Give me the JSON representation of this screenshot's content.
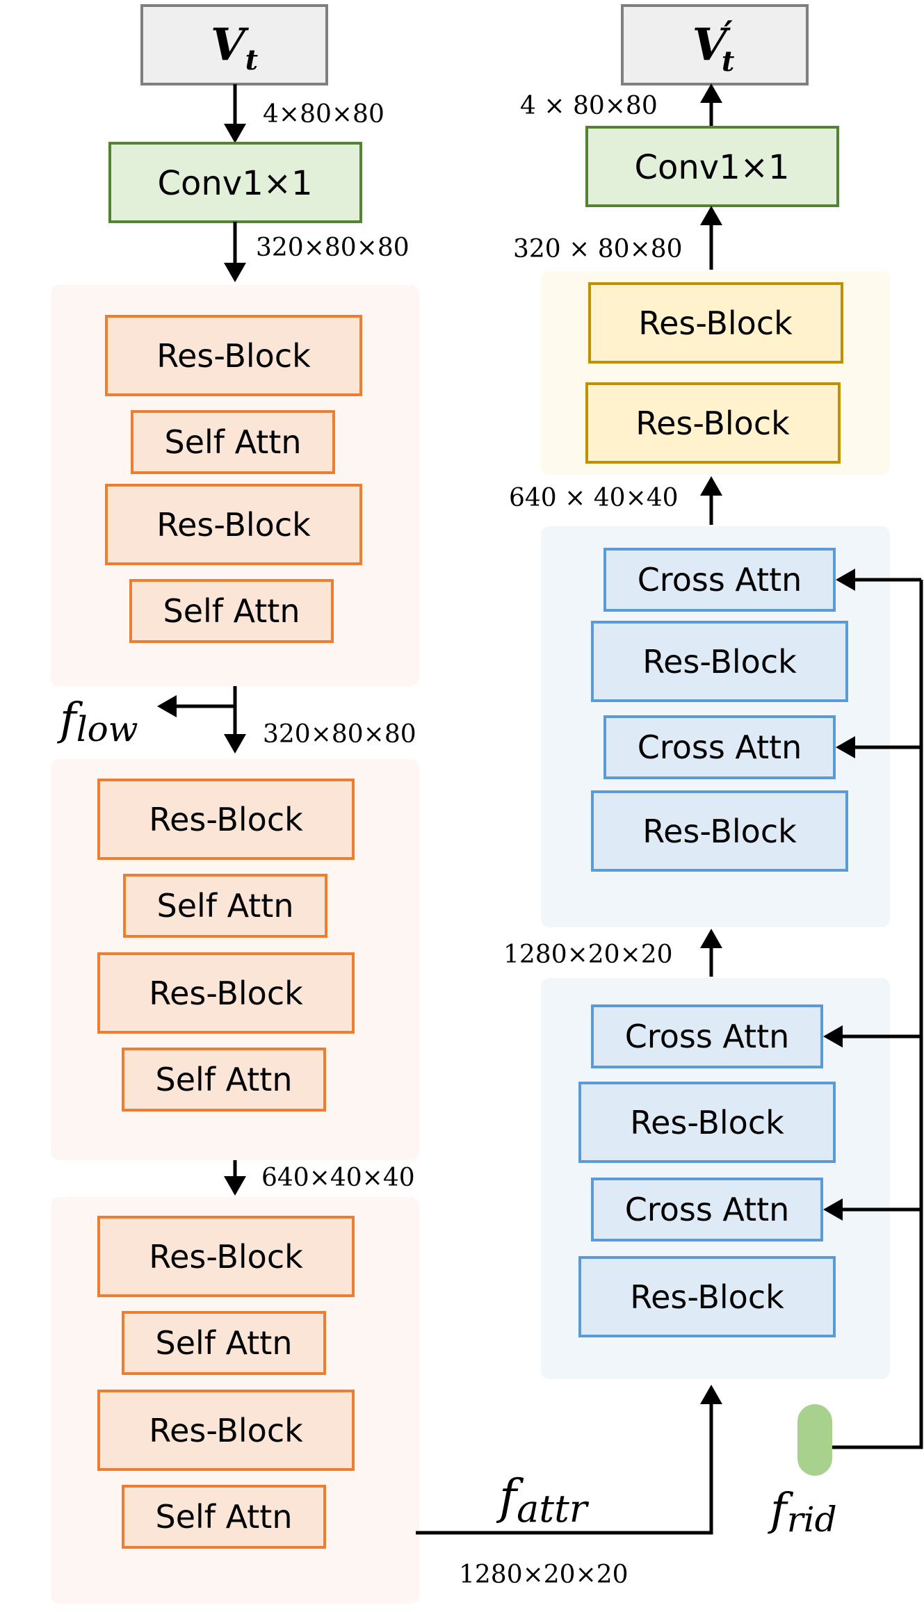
{
  "colors": {
    "arrow": "#000000",
    "gray_fill": "#efefef",
    "gray_stroke": "#7f7f7f",
    "green_fill": "#e2f0d9",
    "green_stroke": "#548235",
    "orange_fill": "#fbe5d6",
    "orange_stroke": "#ed7d31",
    "orange_group_bg": "#fef6f2",
    "yellow_fill": "#fff2cc",
    "yellow_stroke": "#bf9000",
    "yellow_group_bg": "#fffaee",
    "blue_fill": "#deebf7",
    "blue_stroke": "#5b9bd5",
    "blue_group_bg": "#f1f6fb",
    "pill_fill": "#a9d18e"
  },
  "encoder": {
    "input": {
      "var": "V",
      "sub": "t"
    },
    "dim_in": "4×80×80",
    "conv": "Conv1×1",
    "dim_conv": "320×80×80",
    "flow_label": {
      "var": "f",
      "sub": "low"
    },
    "dim_stage2": "320×80×80",
    "dim_stage3": "640×40×40",
    "stage1": [
      "Res-Block",
      "Self Attn",
      "Res-Block",
      "Self Attn"
    ],
    "stage2": [
      "Res-Block",
      "Self Attn",
      "Res-Block",
      "Self Attn"
    ],
    "stage3": [
      "Res-Block",
      "Self Attn",
      "Res-Block",
      "Self Attn"
    ]
  },
  "bridge": {
    "attr_label": {
      "var": "f",
      "sub": "attr"
    },
    "dim": "1280×20×20"
  },
  "identity": {
    "label": {
      "var": "f",
      "sub": "rid"
    }
  },
  "decoder": {
    "output": {
      "var": "V",
      "prime": "′",
      "sub": "t"
    },
    "dim_out": "4 × 80×80",
    "conv": "Conv1×1",
    "dim_conv": "320 × 80×80",
    "dim_yellow": "640 × 40×40",
    "dim_blue_mid": "1280×20×20",
    "yellow_stage": [
      "Res-Block",
      "Res-Block"
    ],
    "blue_upper": [
      "Cross Attn",
      "Res-Block",
      "Cross Attn",
      "Res-Block"
    ],
    "blue_lower": [
      "Cross Attn",
      "Res-Block",
      "Cross Attn",
      "Res-Block"
    ]
  }
}
